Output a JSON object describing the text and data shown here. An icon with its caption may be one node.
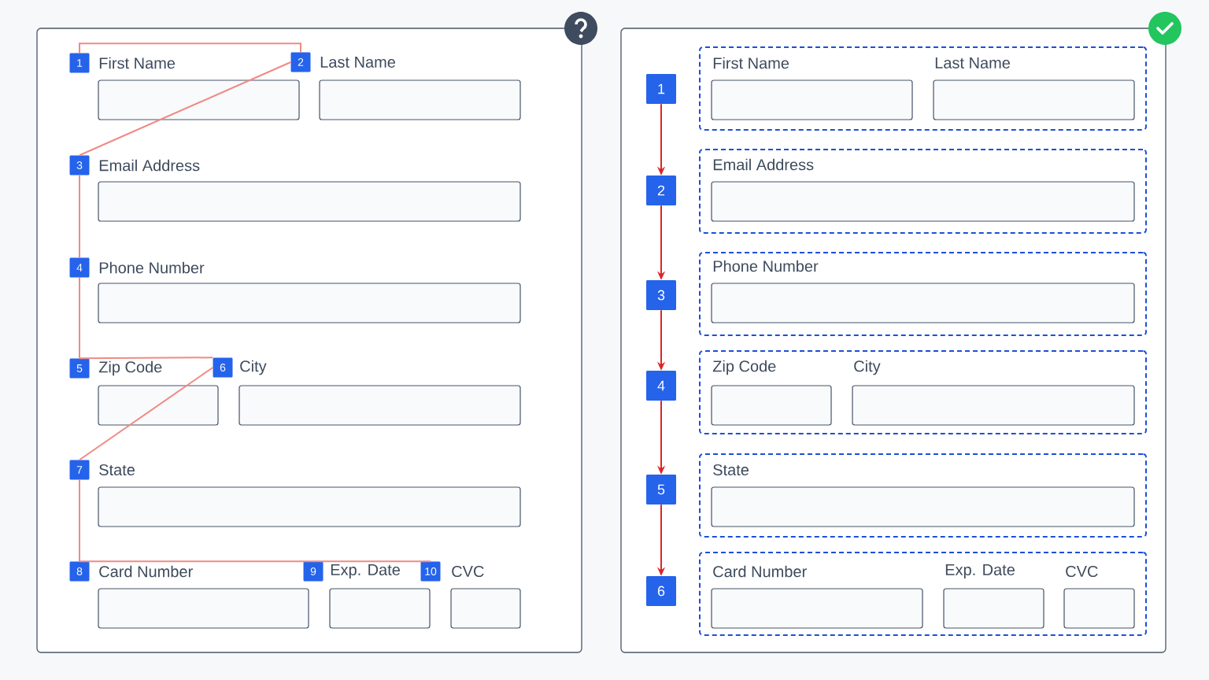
{
  "diagram": {
    "nodes": [
      {
        "text": [],
        "shape": "box"
      },
      {
        "text": [
          "1"
        ],
        "beside": [
          "First Name"
        ],
        "in": 0
      },
      {
        "text": [
          "2"
        ],
        "beside": [
          "Last Name"
        ],
        "in": 0
      },
      {
        "text": [
          "3"
        ],
        "beside": [
          "Email Address"
        ],
        "in": 0
      },
      {
        "text": [
          "4"
        ],
        "beside": [
          "Phone Number"
        ],
        "in": 0
      },
      {
        "text": [
          "5"
        ],
        "beside": [
          "Zip Code"
        ],
        "in": 0
      },
      {
        "text": [
          "6"
        ],
        "beside": [
          "City"
        ],
        "in": 0
      },
      {
        "text": [
          "7"
        ],
        "beside": [
          "State"
        ],
        "in": 0
      },
      {
        "text": [
          "8"
        ],
        "beside": [
          "Card Number"
        ],
        "in": 0
      },
      {
        "text": [
          "9"
        ],
        "beside": [
          "Exp. Date"
        ],
        "in": 0
      },
      {
        "text": [
          "10"
        ],
        "beside": [
          "CVC"
        ],
        "in": 0
      },
      {
        "text": [],
        "shape": "box"
      },
      {
        "text": [
          "1"
        ],
        "in": 11
      },
      {
        "text": [
          "2"
        ],
        "in": 11
      },
      {
        "text": [
          "3"
        ],
        "in": 11
      },
      {
        "text": [
          "4"
        ],
        "in": 11
      },
      {
        "text": [
          "5"
        ],
        "in": 11
      },
      {
        "text": [
          "6"
        ],
        "in": 11
      },
      {
        "text": [
          "First Name",
          "Last Name"
        ],
        "in": 11
      },
      {
        "text": [
          "Email Address"
        ],
        "in": 11
      },
      {
        "text": [
          "Phone Number"
        ],
        "in": 11
      },
      {
        "text": [
          "Zip Code",
          "City"
        ],
        "in": 11
      },
      {
        "text": [
          "State"
        ],
        "in": 11
      },
      {
        "text": [
          "Card Number",
          "Exp. Date",
          "CVC"
        ],
        "in": 11
      }
    ],
    "edges": [
      {
        "from": 1,
        "to": 2,
        "arrow": "none"
      },
      {
        "from": 2,
        "to": 3,
        "arrow": "none"
      },
      {
        "from": 3,
        "to": 4,
        "arrow": "none"
      },
      {
        "from": 4,
        "to": 5,
        "arrow": "none"
      },
      {
        "from": 5,
        "to": 6,
        "arrow": "none"
      },
      {
        "from": 6,
        "to": 7,
        "arrow": "none"
      },
      {
        "from": 7,
        "to": 8,
        "arrow": "none"
      },
      {
        "from": 8,
        "to": 9,
        "arrow": "none"
      },
      {
        "from": 9,
        "to": 10,
        "arrow": "none"
      },
      {
        "from": 12,
        "to": 13,
        "arrow": "to",
        "color": "#dc2626"
      },
      {
        "from": 13,
        "to": 14,
        "arrow": "to",
        "color": "#dc2626"
      },
      {
        "from": 14,
        "to": 15,
        "arrow": "to",
        "color": "#dc2626"
      },
      {
        "from": 15,
        "to": 16,
        "arrow": "to",
        "color": "#dc2626"
      },
      {
        "from": 16,
        "to": 17,
        "arrow": "to",
        "color": "#dc2626"
      }
    ]
  }
}
